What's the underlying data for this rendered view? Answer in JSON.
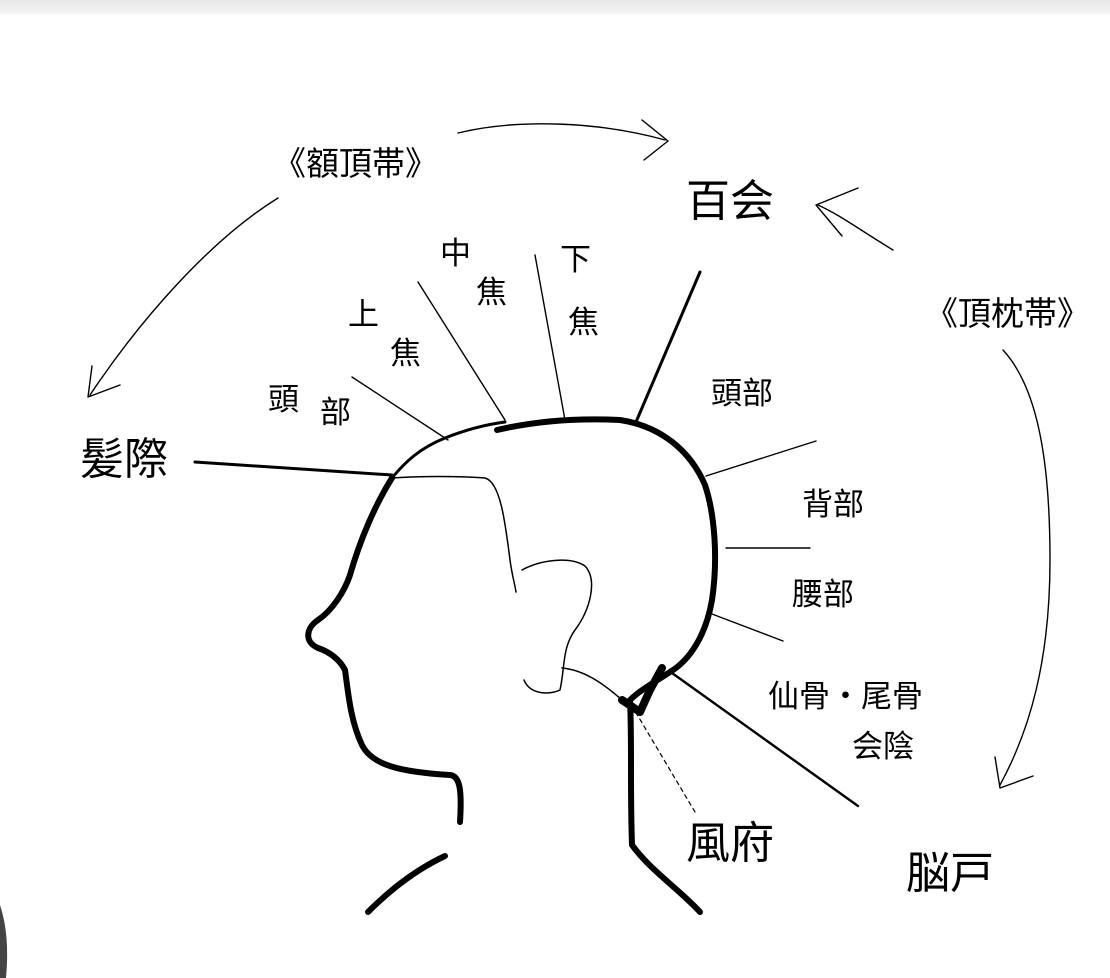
{
  "diagram": {
    "bands": {
      "front": "《額頂帯》",
      "back": "《頂枕帯》"
    },
    "points": {
      "baihui": "百会",
      "fajì": "髪際",
      "fengfu": "風府",
      "naohu": "脳戸"
    },
    "front_zones": {
      "head_1": "頭",
      "head_2": "部",
      "upper_1": "上",
      "upper_2": "焦",
      "middle_1": "中",
      "middle_2": "焦",
      "lower_1": "下",
      "lower_2": "焦"
    },
    "back_zones": {
      "head": "頭部",
      "back": "背部",
      "waist": "腰部",
      "sacrum": "仙骨・尾骨",
      "perineum": "会陰"
    }
  }
}
